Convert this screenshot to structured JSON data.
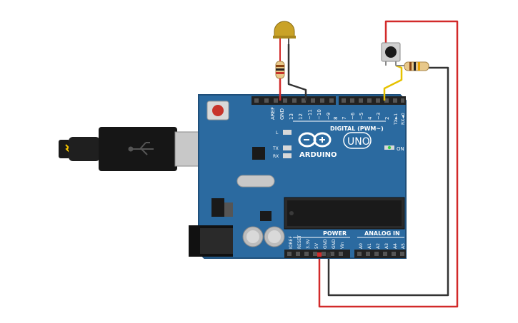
{
  "board": {
    "brand": "ARDUINO",
    "model": "UNO",
    "digital_label": "DIGITAL (PWM~)",
    "power_label": "POWER",
    "analog_label": "ANALOG IN",
    "on_label": "ON",
    "led_labels": {
      "l": "L",
      "tx": "TX",
      "rx": "RX"
    },
    "digital_top_pins": [
      "AREF",
      "GND",
      "13",
      "12",
      "~11",
      "~10",
      "~9",
      "8"
    ],
    "digital_right_pins": [
      "7",
      "~6",
      "~5",
      "4",
      "~3",
      "2",
      "TX►1",
      "RX◄0"
    ],
    "power_pins": [
      "IOREF",
      "RESET",
      "3.3V",
      "5V",
      "GND",
      "GND",
      "Vin"
    ],
    "analog_pins": [
      "A0",
      "A1",
      "A2",
      "A3",
      "A4",
      "A5"
    ]
  },
  "components": {
    "led": "led-yellow",
    "button": "pushbutton",
    "resistors": 2,
    "usb": "usb-b-cable"
  },
  "colors": {
    "board": "#2b6aa0",
    "board_edge": "#1f4f7a",
    "header": "#222222",
    "wire_red": "#d22a2a",
    "wire_black": "#333333",
    "wire_yellow": "#e6c200",
    "led": "#c9a227",
    "silkscreen": "#ffffff"
  }
}
